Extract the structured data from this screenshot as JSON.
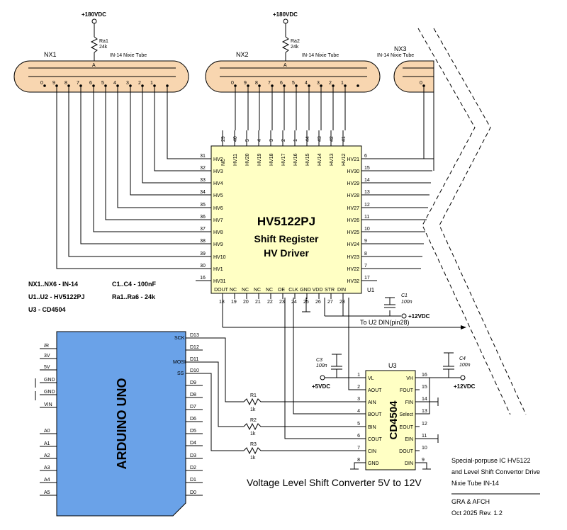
{
  "power": {
    "hv": "+180VDC",
    "lv5": "+5VDC",
    "v12a": "+12VDC",
    "v12b": "+12VDC"
  },
  "resistors_top": [
    {
      "ref": "Ra1",
      "val": "24k"
    },
    {
      "ref": "Ra2",
      "val": "24k"
    }
  ],
  "tubes": [
    {
      "ref": "NX1",
      "type": "IN-14 Nixie Tube",
      "anode": "A",
      "pins": [
        "0",
        "9",
        "8",
        "7",
        "6",
        "5",
        "4",
        "3",
        "2",
        "1"
      ]
    },
    {
      "ref": "NX2",
      "type": "IN-14 Nixie Tube",
      "anode": "A",
      "pins": [
        "0",
        "9",
        "8",
        "7",
        "6",
        "5",
        "4",
        "3",
        "2",
        "1"
      ]
    },
    {
      "ref": "NX3",
      "type": "IN-14 Nixie Tube",
      "pins": [
        "0"
      ]
    }
  ],
  "hv5122": {
    "ref": "U1",
    "title": "HV5122PJ",
    "sub1": "Shift Register",
    "sub2": "HV Driver",
    "top_pins": [
      {
        "num": "29",
        "name": "NC"
      },
      {
        "num": "40",
        "name": "HV11"
      },
      {
        "num": "5",
        "name": "HV20"
      },
      {
        "num": "4",
        "name": "HV19"
      },
      {
        "num": "3",
        "name": "HV18"
      },
      {
        "num": "2",
        "name": "HV17"
      },
      {
        "num": "1",
        "name": "HV16"
      },
      {
        "num": "44",
        "name": "HV15"
      },
      {
        "num": "43",
        "name": "HV14"
      },
      {
        "num": "42",
        "name": "HV13"
      },
      {
        "num": "41",
        "name": "HV12"
      }
    ],
    "left_pins": [
      {
        "num": "31",
        "name": "HV2"
      },
      {
        "num": "32",
        "name": "HV3"
      },
      {
        "num": "33",
        "name": "HV4"
      },
      {
        "num": "34",
        "name": "HV5"
      },
      {
        "num": "35",
        "name": "HV6"
      },
      {
        "num": "36",
        "name": "HV7"
      },
      {
        "num": "37",
        "name": "HV8"
      },
      {
        "num": "38",
        "name": "HV9"
      },
      {
        "num": "39",
        "name": "HV10"
      },
      {
        "num": "30",
        "name": "HV1"
      },
      {
        "num": "16",
        "name": "HV31"
      }
    ],
    "right_pins": [
      {
        "num": "6",
        "name": "HV21"
      },
      {
        "num": "15",
        "name": "HV30"
      },
      {
        "num": "14",
        "name": "HV29"
      },
      {
        "num": "13",
        "name": "HV28"
      },
      {
        "num": "12",
        "name": "HV27"
      },
      {
        "num": "11",
        "name": "HV26"
      },
      {
        "num": "10",
        "name": "HV25"
      },
      {
        "num": "9",
        "name": "HV24"
      },
      {
        "num": "8",
        "name": "HV23"
      },
      {
        "num": "7",
        "name": "HV22"
      },
      {
        "num": "17",
        "name": "HV32"
      }
    ],
    "bottom_pins": [
      {
        "num": "18",
        "name": "DOUT"
      },
      {
        "num": "19",
        "name": "NC"
      },
      {
        "num": "20",
        "name": "NC"
      },
      {
        "num": "21",
        "name": "NC"
      },
      {
        "num": "22",
        "name": "NC"
      },
      {
        "num": "23",
        "name": "OE"
      },
      {
        "num": "24",
        "name": "CLK"
      },
      {
        "num": "25",
        "name": "GND"
      },
      {
        "num": "26",
        "name": "VDD"
      },
      {
        "num": "27",
        "name": "STR"
      },
      {
        "num": "28",
        "name": "DIN"
      }
    ]
  },
  "caps": [
    {
      "ref": "C1",
      "val": "100n"
    },
    {
      "ref": "C3",
      "val": "100n"
    },
    {
      "ref": "C4",
      "val": "100n"
    }
  ],
  "to_u2": "To U2 DIN(pin28)",
  "bom": {
    "l1": "NX1..NX6 - IN-14",
    "l2": "U1..U2 - HV5122PJ",
    "l3": "U3 - CD4504",
    "r1": "C1..C4 - 100nF",
    "r2": "Ra1..Ra6 - 24k"
  },
  "arduino": {
    "title": "ARDUINO UNO",
    "left_pins": [
      "/R",
      "3V",
      "5V",
      "GND",
      "GND",
      "VIN",
      "A0",
      "A1",
      "A2",
      "A3",
      "A4",
      "A5"
    ],
    "right_pins": [
      "D13",
      "D12",
      "D11",
      "D10",
      "D9",
      "D8",
      "D7",
      "D6",
      "D5",
      "D4",
      "D3",
      "D2",
      "D1",
      "D0"
    ],
    "func_labels": [
      "SCK",
      "MOSI",
      "SS"
    ]
  },
  "resistors_mid": [
    {
      "ref": "R1",
      "val": "1k"
    },
    {
      "ref": "R2",
      "val": "1k"
    },
    {
      "ref": "R3",
      "val": "1k"
    }
  ],
  "cd4504": {
    "ref": "U3",
    "title": "CD4504",
    "left_pins": [
      {
        "num": "1",
        "name": "VL"
      },
      {
        "num": "2",
        "name": "AOUT"
      },
      {
        "num": "3",
        "name": "AIN"
      },
      {
        "num": "4",
        "name": "BOUT"
      },
      {
        "num": "5",
        "name": "BIN"
      },
      {
        "num": "6",
        "name": "COUT"
      },
      {
        "num": "7",
        "name": "CIN"
      },
      {
        "num": "8",
        "name": "GND"
      }
    ],
    "right_pins": [
      {
        "num": "16",
        "name": "VH"
      },
      {
        "num": "15",
        "name": "FOUT"
      },
      {
        "num": "14",
        "name": "FIN"
      },
      {
        "num": "13",
        "name": "Select"
      },
      {
        "num": "12",
        "name": "EOUT"
      },
      {
        "num": "11",
        "name": "EIN"
      },
      {
        "num": "10",
        "name": "DOUT"
      },
      {
        "num": "9",
        "name": "DIN"
      }
    ]
  },
  "caption": "Voltage Level Shift Converter 5V to 12V",
  "info": {
    "l1": "Special-porpuse IC HV5122",
    "l2": "and Level Shift Convertor Drive",
    "l3": "Nixie Tube IN-14",
    "l4": "GRA & AFCH",
    "l5": "Oct 2025 Rev. 1.2"
  }
}
